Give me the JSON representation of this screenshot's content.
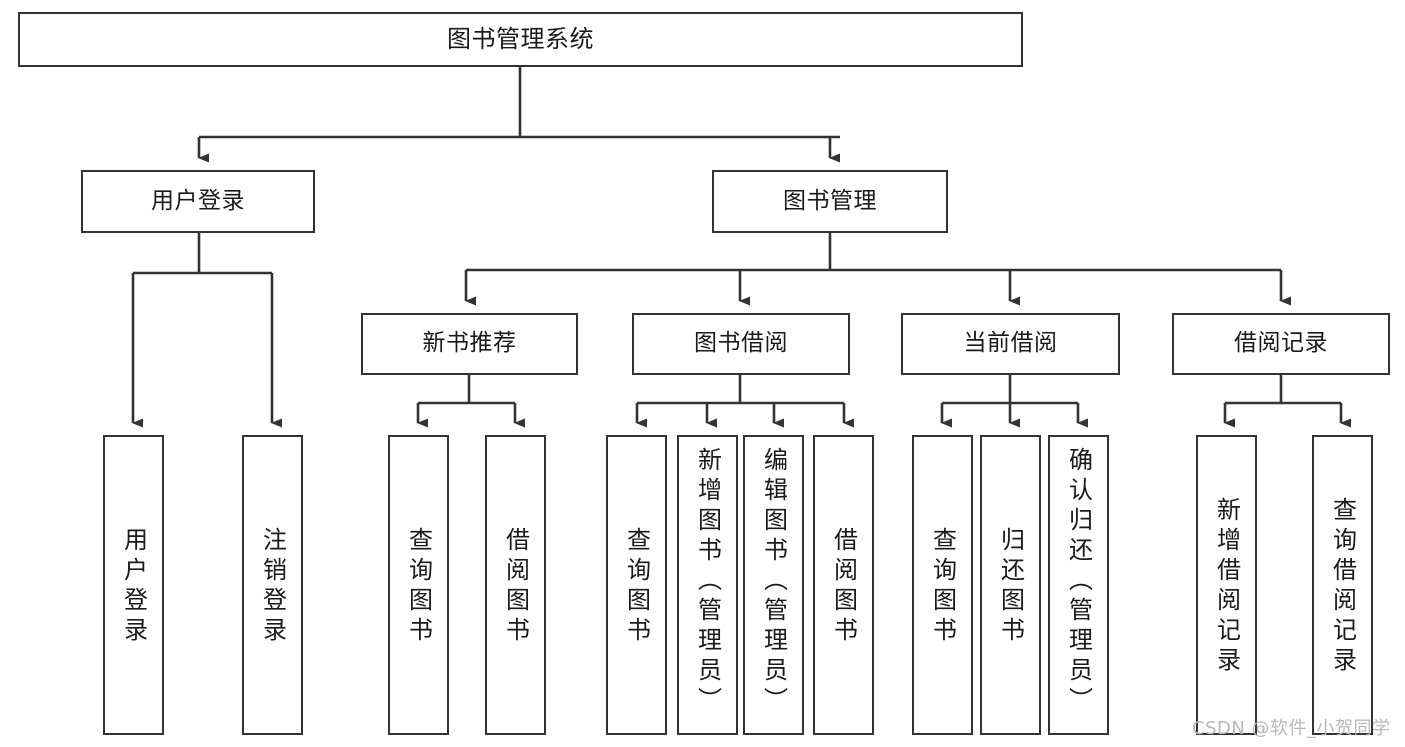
{
  "diagram": {
    "title": "图书管理系统",
    "type": "tree-hierarchy",
    "stroke_color": "#333333",
    "text_color": "#1a1a1a",
    "background_color": "#ffffff",
    "watermark": "CSDN @软件_小贺同学"
  },
  "nodes": {
    "root": {
      "label": "图书管理系统"
    },
    "level1": [
      {
        "id": "user-login",
        "label": "用户登录"
      },
      {
        "id": "book-manage",
        "label": "图书管理"
      }
    ],
    "level2": [
      {
        "id": "new-book-rec",
        "label": "新书推荐"
      },
      {
        "id": "book-borrow",
        "label": "图书借阅"
      },
      {
        "id": "current-borrow",
        "label": "当前借阅"
      },
      {
        "id": "borrow-record",
        "label": "借阅记录"
      }
    ],
    "leaves": {
      "user_login": [
        {
          "id": "leaf-user-login",
          "label": "用户登录"
        },
        {
          "id": "leaf-logout",
          "label": "注销登录"
        }
      ],
      "new_book_rec": [
        {
          "id": "leaf-query-book-1",
          "label": "查询图书"
        },
        {
          "id": "leaf-borrow-book-1",
          "label": "借阅图书"
        }
      ],
      "book_borrow": [
        {
          "id": "leaf-query-book-2",
          "label": "查询图书"
        },
        {
          "id": "leaf-add-book",
          "label": "新增图书（管理员）"
        },
        {
          "id": "leaf-edit-book",
          "label": "编辑图书（管理员）"
        },
        {
          "id": "leaf-borrow-book-2",
          "label": "借阅图书"
        }
      ],
      "current_borrow": [
        {
          "id": "leaf-query-book-3",
          "label": "查询图书"
        },
        {
          "id": "leaf-return-book",
          "label": "归还图书"
        },
        {
          "id": "leaf-confirm-return",
          "label": "确认归还（管理员）"
        }
      ],
      "borrow_record": [
        {
          "id": "leaf-add-record",
          "label": "新增借阅记录"
        },
        {
          "id": "leaf-query-record",
          "label": "查询借阅记录"
        }
      ]
    }
  }
}
